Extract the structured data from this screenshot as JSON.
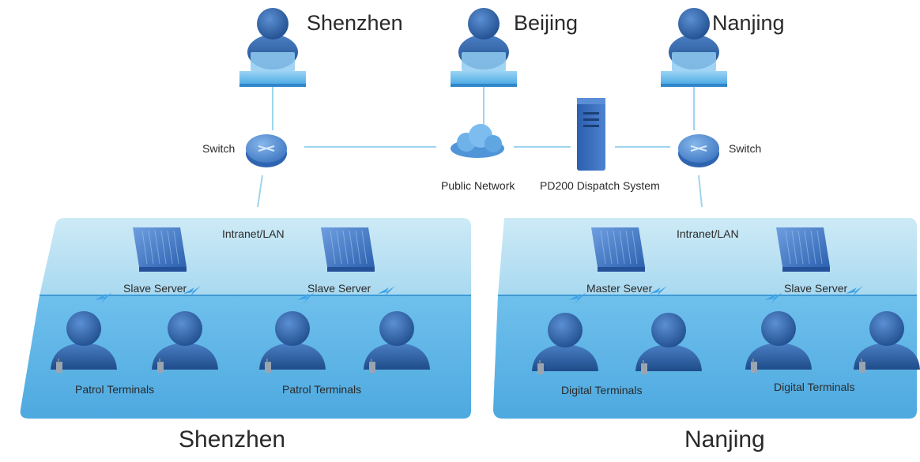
{
  "top_sites": [
    {
      "name": "Shenzhen"
    },
    {
      "name": "Beijing"
    },
    {
      "name": "Nanjing"
    }
  ],
  "network": {
    "switch_left": "Switch",
    "switch_right": "Switch",
    "public_network": "Public Network",
    "dispatch_system": "PD200 Dispatch System"
  },
  "regions": [
    {
      "name": "Shenzhen",
      "lan_label": "Intranet/LAN",
      "servers": [
        "Slave Server",
        "Slave Server"
      ],
      "terminals": [
        "Patrol Terminals",
        "Patrol Terminals"
      ]
    },
    {
      "name": "Nanjing",
      "lan_label": "Intranet/LAN",
      "servers": [
        "Master Sever",
        "Slave Server"
      ],
      "terminals": [
        "Digital Terminals",
        "Digital Terminals"
      ]
    }
  ],
  "colors": {
    "person": "#2f5f9e",
    "platform_top": "#bfe1f2",
    "platform_bottom": "#5fb3e6",
    "link": "#9fd4ee"
  }
}
